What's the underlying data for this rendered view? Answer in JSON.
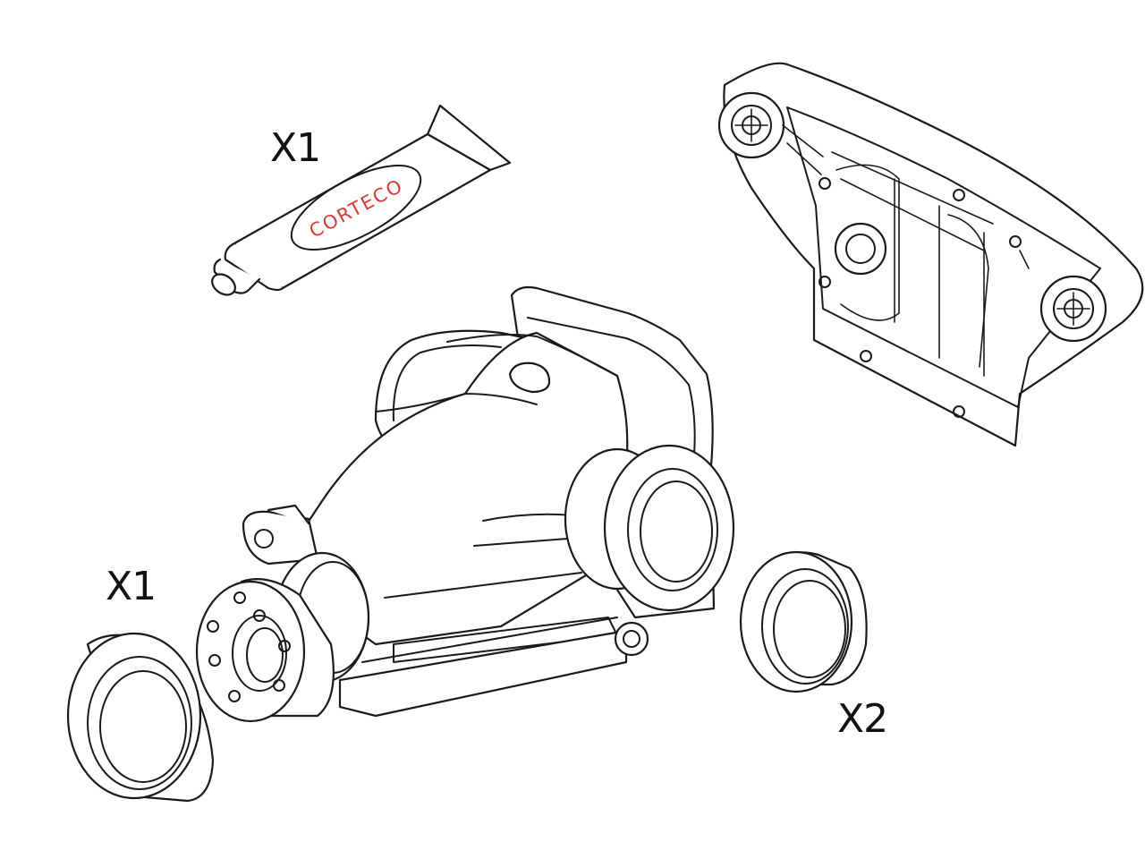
{
  "parts": {
    "sealant_tube": {
      "quantity": "X1",
      "brand": "CORTECO"
    },
    "housing_cover": {
      "quantity": ""
    },
    "differential": {
      "quantity": ""
    },
    "front_seal": {
      "quantity": "X1"
    },
    "side_seal": {
      "quantity": "X2"
    }
  },
  "colors": {
    "line": "#1a1a1a",
    "brand": "#d23a3a",
    "background": "#ffffff"
  }
}
